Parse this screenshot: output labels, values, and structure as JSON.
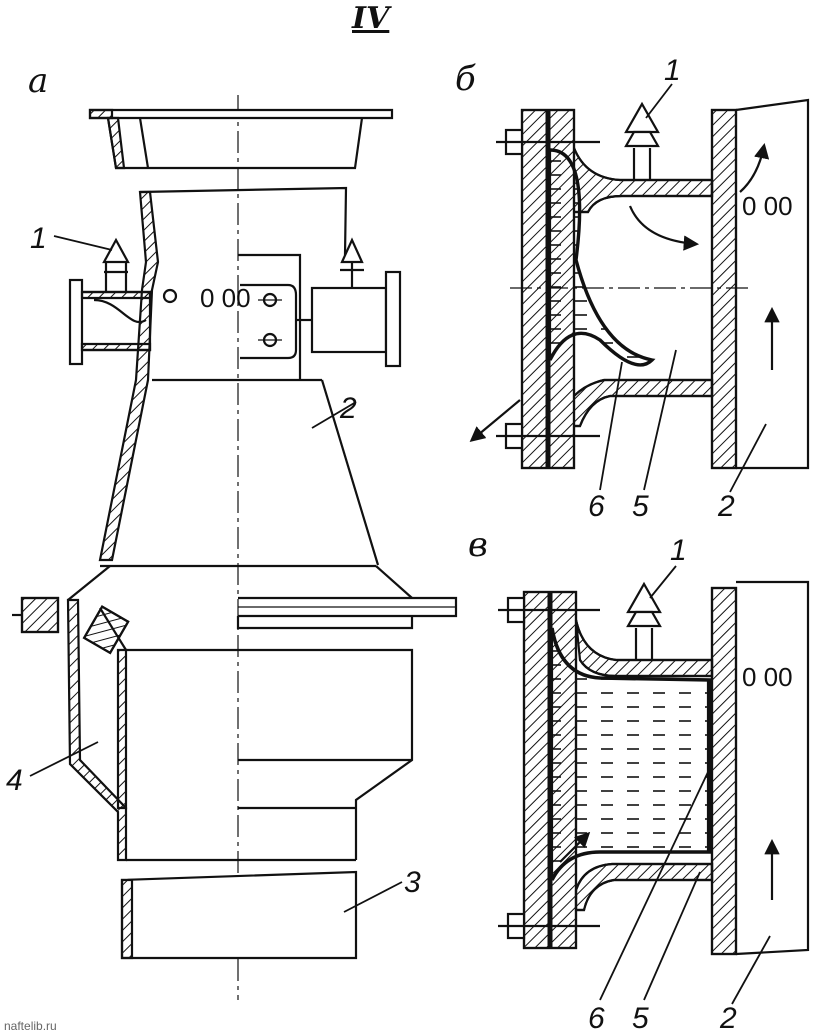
{
  "figure_number": "IV",
  "panel_labels": {
    "a": "а",
    "b": "б",
    "v": "в"
  },
  "holes_text": "0 00",
  "part_labels": {
    "a": {
      "p1": "1",
      "p2": "2",
      "p3": "3",
      "p4": "4"
    },
    "b": {
      "p1": "1",
      "p6": "6",
      "p5": "5",
      "p2": "2"
    },
    "v": {
      "p1": "1",
      "p6": "6",
      "p5": "5",
      "p2": "2"
    }
  },
  "watermark": "naftelib.ru"
}
